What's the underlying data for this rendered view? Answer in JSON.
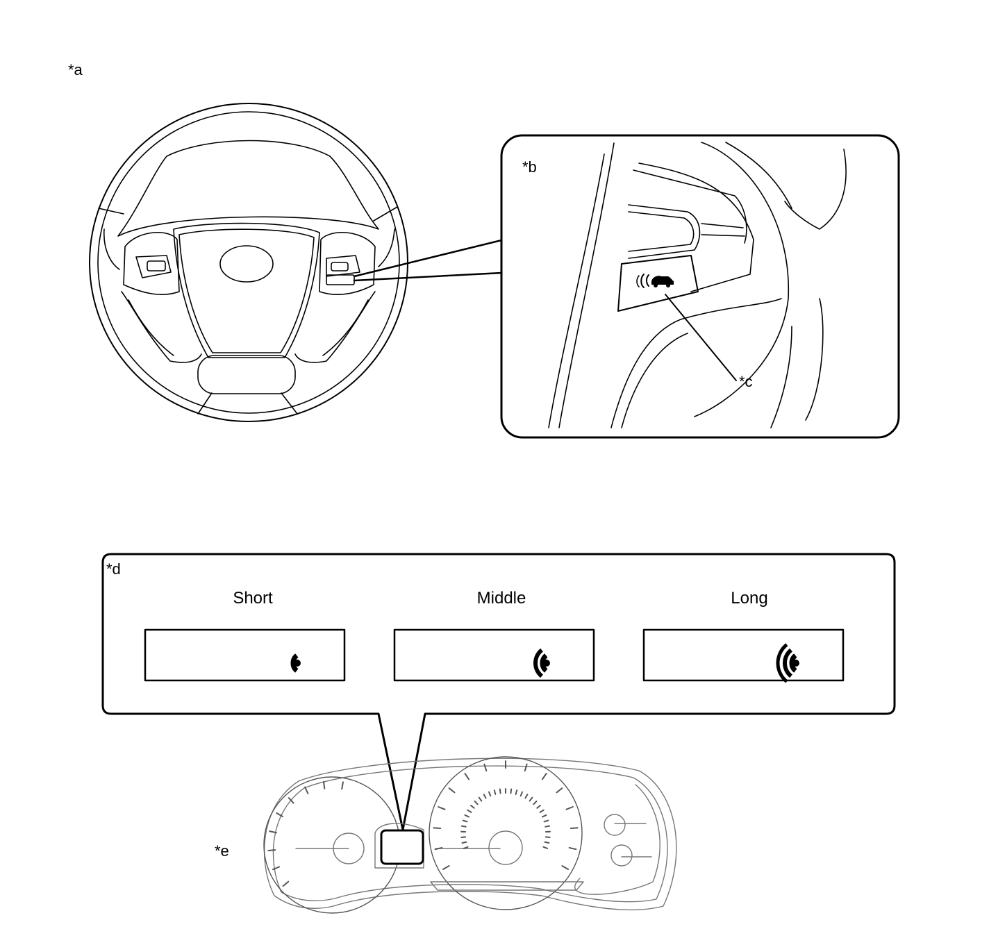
{
  "callouts": {
    "a": "*a",
    "b": "*b",
    "c": "*c",
    "d": "*d",
    "e": "*e"
  },
  "distance_settings": [
    {
      "label": "Short",
      "bars": 1
    },
    {
      "label": "Middle",
      "bars": 2
    },
    {
      "label": "Long",
      "bars": 3
    }
  ],
  "icons": {
    "steering_wheel": "steering-wheel-icon",
    "distance_switch": "vehicle-distance-switch-icon",
    "combination_meter": "combination-meter-icon"
  }
}
